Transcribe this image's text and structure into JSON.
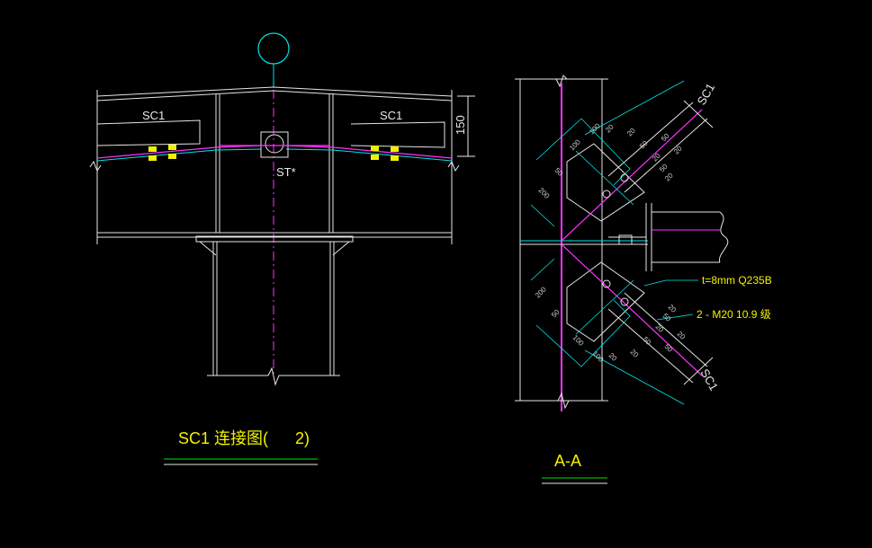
{
  "left_view": {
    "label_sc1_left": "SC1",
    "label_sc1_right": "SC1",
    "dim_150": "150",
    "label_st": "ST*",
    "title_main": "SC1  连接图(",
    "title_num": "2)"
  },
  "right_view": {
    "label_sc1_top": "SC1",
    "label_sc1_bottom": "SC1",
    "note_plate": "t=8mm   Q235B",
    "note_bolts": "2 - M20   10.9 级",
    "section_title": "A-A",
    "dims_top": [
      "20",
      "50",
      "20",
      "50",
      "20",
      "50",
      "20",
      "200",
      "50",
      "100",
      "100",
      "20"
    ],
    "dims_bottom": [
      "20",
      "50",
      "20",
      "50",
      "20",
      "50",
      "20",
      "200",
      "50",
      "100",
      "100",
      "20"
    ]
  },
  "colors": {
    "background": "#000000",
    "line_white": "#e6e6e6",
    "line_cyan": "#00e6e6",
    "line_magenta": "#ff33ff",
    "text_yellow": "#f2f200",
    "line_green": "#00e600"
  }
}
